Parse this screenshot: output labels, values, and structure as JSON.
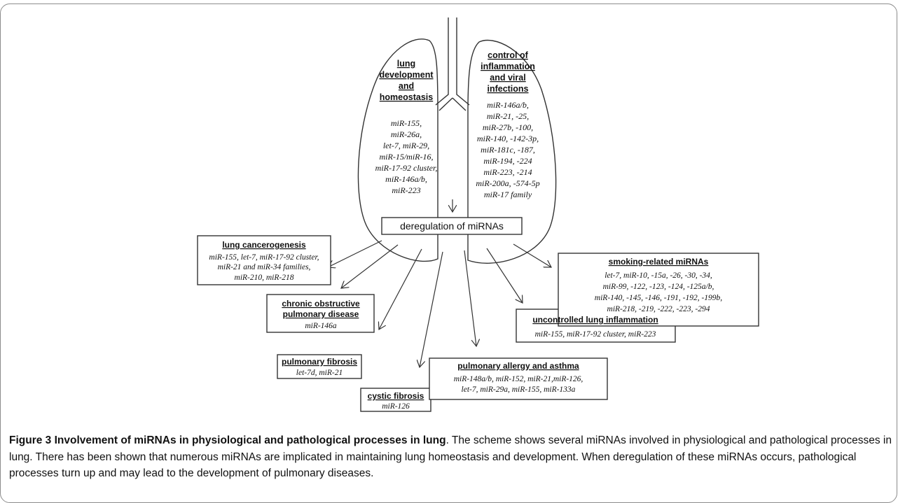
{
  "lungs": {
    "left": {
      "title": [
        "lung",
        "development",
        "and",
        "homeostasis"
      ],
      "mirnas": [
        "miR-155,",
        "miR-26a,",
        "let-7, miR-29,",
        "miR-15/miR-16,",
        "miR-17-92 cluster,",
        "miR-146a/b,",
        "miR-223"
      ]
    },
    "right": {
      "title": [
        "control of",
        "inflammation",
        "and viral",
        "infections"
      ],
      "mirnas": [
        "miR-146a/b,",
        "miR-21, -25,",
        "miR-27b, -100,",
        "miR-140, -142-3p,",
        "miR-181c, -187,",
        "miR-194, -224",
        "miR-223, -214",
        "miR-200a, -574-5p",
        "miR-17 family"
      ]
    }
  },
  "center": {
    "label": "deregulation of miRNAs"
  },
  "boxes": {
    "cancer": {
      "title": "lung cancerogenesis",
      "lines": [
        "miR-155, let-7, miR-17-92 cluster,",
        "miR-21 and miR-34 families,",
        "miR-210, miR-218"
      ]
    },
    "copd": {
      "title": [
        "chronic obstructive",
        "pulmonary disease"
      ],
      "lines": [
        "miR-146a"
      ]
    },
    "fibrosis": {
      "title": "pulmonary fibrosis",
      "lines": [
        "let-7d, miR-21"
      ]
    },
    "cystic": {
      "title": "cystic fibrosis",
      "lines": [
        "miR-126"
      ]
    },
    "allergy": {
      "title": "pulmonary allergy and asthma",
      "lines": [
        "miR-148a/b, miR-152, miR-21,miR-126,",
        "let-7, miR-29a, miR-155, miR-133a"
      ]
    },
    "inflammation": {
      "title": "uncontrolled lung inflammation",
      "lines": [
        "miR-155, miR-17-92 cluster, miR-223"
      ]
    },
    "smoking": {
      "title": "smoking-related miRNAs",
      "lines": [
        "let-7, miR-10, -15a, -26, -30, -34,",
        "miR-99, -122, -123, -124, -125a/b,",
        "miR-140, -145, -146, -191, -192, -199b,",
        "miR-218, -219, -222, -223, -294"
      ]
    }
  },
  "caption": {
    "label": "Figure 3 Involvement of miRNAs in physiological and pathological processes in lung",
    "text": ". The scheme shows several miRNAs involved in physiological and pathological processes in lung. There has been shown that numerous miRNAs are implicated in maintaining lung homeostasis and development. When deregulation of these miRNAs occurs, pathological processes turn up and may lead to the development of pulmonary diseases."
  },
  "colors": {
    "stroke": "#333333",
    "text": "#111111"
  }
}
